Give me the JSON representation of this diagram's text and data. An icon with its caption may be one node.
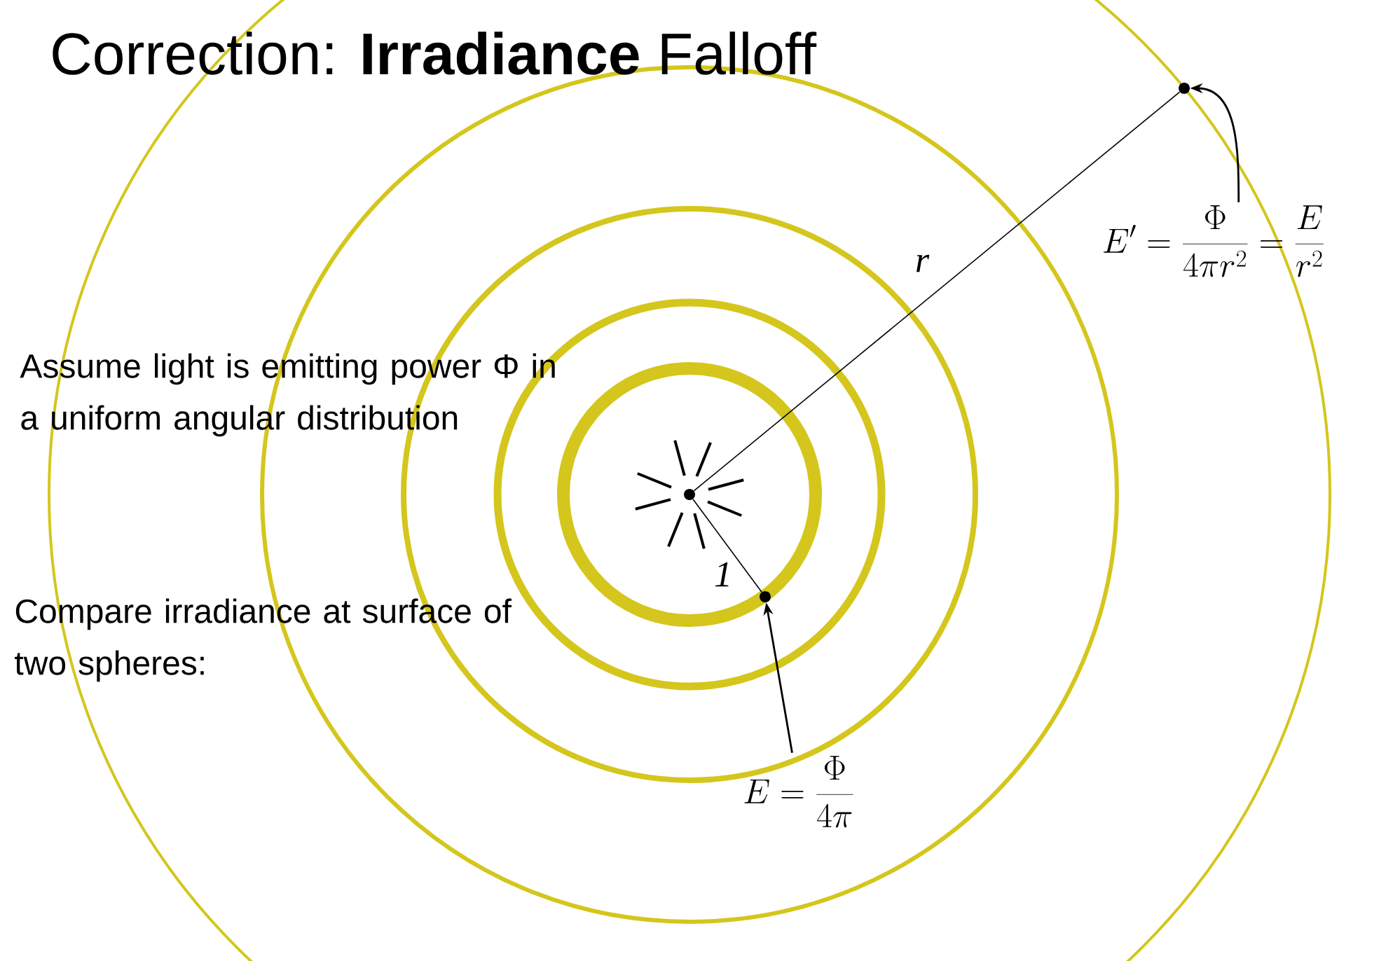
{
  "diagram": {
    "title": "Correction: **Irradiance** Falloff",
    "nodes": [
      {
        "text": [],
        "shape": "circle"
      },
      {
        "text": [],
        "shape": "circle"
      },
      {
        "text": [],
        "shape": "circle"
      },
      {
        "text": [
          "E = \\frac{\\Phi}{4\\pi}"
        ]
      },
      {
        "text": [
          "E' = \\frac{\\Phi}{4\\pi r^2} = \\frac{E}{r^2}"
        ]
      }
    ],
    "edges": [
      {
        "from": 0,
        "to": 1,
        "arrow": "none",
        "label": "1"
      },
      {
        "from": 0,
        "to": 2,
        "arrow": "none",
        "label": "r"
      },
      {
        "from": 3,
        "to": 1,
        "arrow": "to"
      },
      {
        "from": 4,
        "to": 2,
        "arrow": "to"
      }
    ],
    "labels": [
      "Assume light is emitting power Φ in a uniform angular distribution",
      "Compare irradiance at surface of two spheres:"
    ]
  }
}
